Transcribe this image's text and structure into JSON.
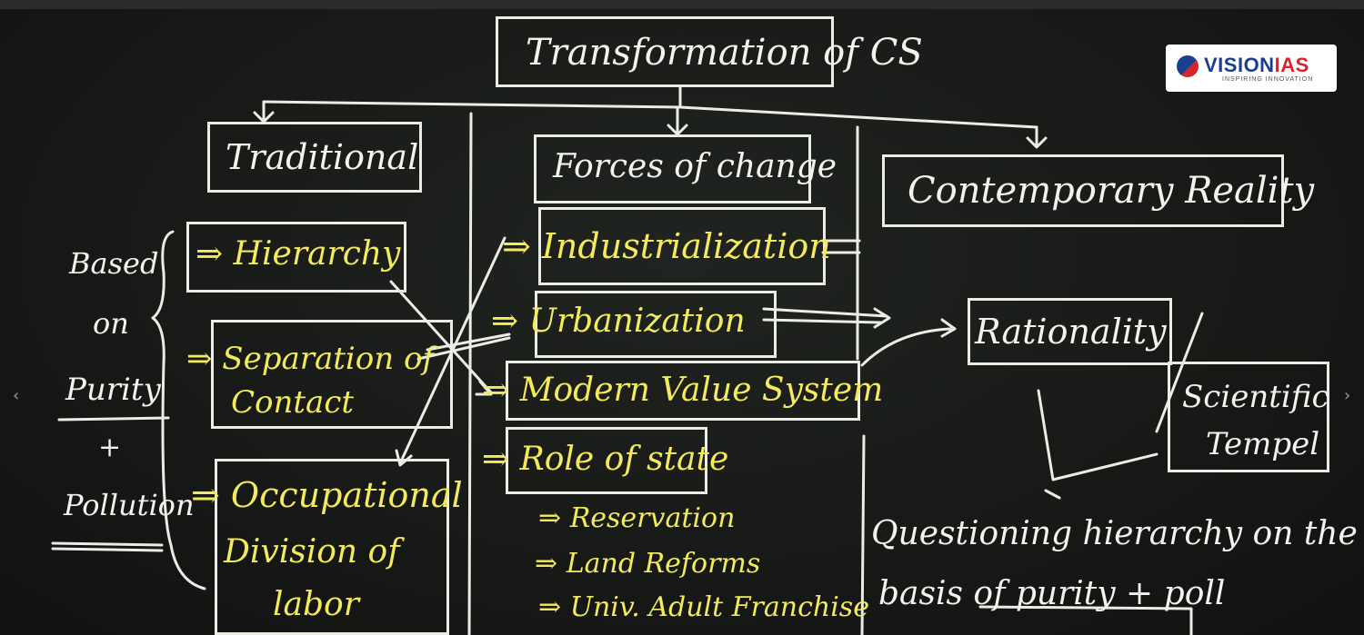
{
  "title": "Transformation of CS",
  "columns": {
    "traditional": "Traditional",
    "forces": "Forces of change",
    "contemporary": "Contemporary Reality"
  },
  "based_on": {
    "line1": "Based",
    "line2": "on",
    "line3": "Purity",
    "line4": "+",
    "line5": "Pollution"
  },
  "traditional_items": {
    "hierarchy": "Hierarchy",
    "separation_line1": "Separation of",
    "separation_line2": "Contact",
    "occupational_line1": "Occupational",
    "occupational_line2": "Division of",
    "occupational_line3": "labor"
  },
  "forces_items": {
    "industrialization": "Industrialization",
    "urbanization": "Urbanization",
    "modern_value": "Modern Value System",
    "role_of_state": "Role of state",
    "reservation": "Reservation",
    "land_reforms": "Land Reforms",
    "franchise": "Univ. Adult Franchise"
  },
  "contemporary_items": {
    "rationality": "Rationality",
    "scientific_line1": "Scientific",
    "scientific_line2": "Tempel",
    "questioning_line1": "Questioning hierarchy on the",
    "questioning_line2": "basis of purity + poll"
  },
  "logo": {
    "brand_a": "VISION",
    "brand_b": "IAS",
    "tagline": "INSPIRING INNOVATION"
  },
  "colors": {
    "chalk_white": "#f2f2ee",
    "chalk_yellow": "#f4ea5a",
    "board": "#171917",
    "brand_blue": "#1b3f8f",
    "brand_red": "#d8232a"
  }
}
